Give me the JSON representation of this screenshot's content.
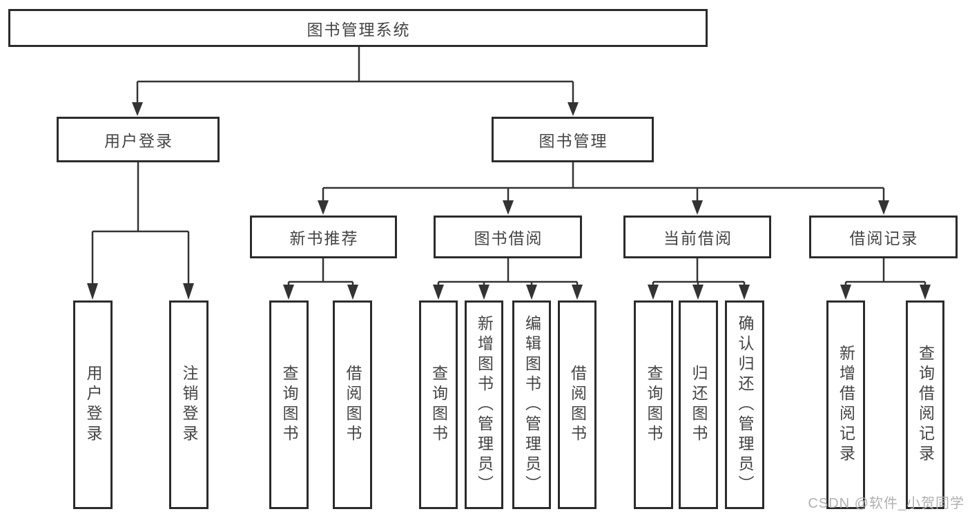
{
  "tree": {
    "root": {
      "label": "图书管理系统",
      "children": [
        {
          "label": "用户登录",
          "children": [
            {
              "label": "用户登录"
            },
            {
              "label": "注销登录"
            }
          ]
        },
        {
          "label": "图书管理",
          "children": [
            {
              "label": "新书推荐",
              "children": [
                {
                  "label": "查询图书"
                },
                {
                  "label": "借阅图书"
                }
              ]
            },
            {
              "label": "图书借阅",
              "children": [
                {
                  "label": "查询图书"
                },
                {
                  "label": "新增图书（管理员）"
                },
                {
                  "label": "编辑图书（管理员）"
                },
                {
                  "label": "借阅图书"
                }
              ]
            },
            {
              "label": "当前借阅",
              "children": [
                {
                  "label": "查询图书"
                },
                {
                  "label": "归还图书"
                },
                {
                  "label": "确认归还（管理员）"
                }
              ]
            },
            {
              "label": "借阅记录",
              "children": [
                {
                  "label": "新增借阅记录"
                },
                {
                  "label": "查询借阅记录"
                }
              ]
            }
          ]
        }
      ]
    }
  },
  "watermark": {
    "text": "CSDN @软件_小贺同学",
    "color": "#b0b0b0"
  },
  "colors": {
    "line": "#333333",
    "box_border": "#2b2b2b",
    "text": "#444444",
    "background": "#ffffff"
  }
}
